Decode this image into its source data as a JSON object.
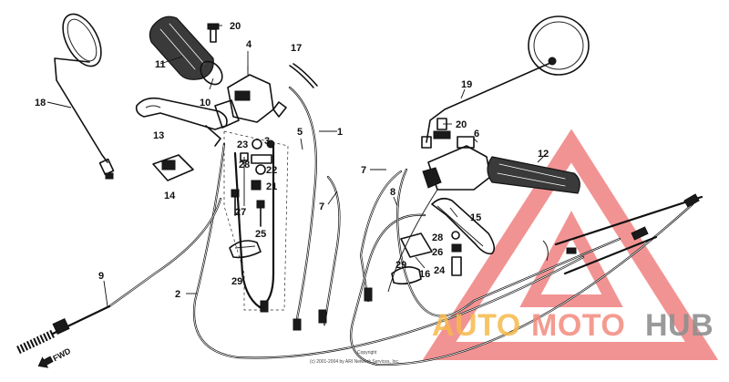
{
  "diagram": {
    "callouts": [
      {
        "id": "p20a",
        "label": "20"
      },
      {
        "id": "p17",
        "label": "17"
      },
      {
        "id": "p4",
        "label": "4"
      },
      {
        "id": "p11",
        "label": "11"
      },
      {
        "id": "p10",
        "label": "10"
      },
      {
        "id": "p18",
        "label": "18"
      },
      {
        "id": "p19",
        "label": "19"
      },
      {
        "id": "p20b",
        "label": "20"
      },
      {
        "id": "p1",
        "label": "1"
      },
      {
        "id": "p5",
        "label": "5"
      },
      {
        "id": "p3",
        "label": "3"
      },
      {
        "id": "p23",
        "label": "23"
      },
      {
        "id": "p13",
        "label": "13"
      },
      {
        "id": "p28a",
        "label": "28"
      },
      {
        "id": "p22",
        "label": "22"
      },
      {
        "id": "p21",
        "label": "21"
      },
      {
        "id": "p6",
        "label": "6"
      },
      {
        "id": "p12",
        "label": "12"
      },
      {
        "id": "p7a",
        "label": "7"
      },
      {
        "id": "p7b",
        "label": "7"
      },
      {
        "id": "p8",
        "label": "8"
      },
      {
        "id": "p14",
        "label": "14"
      },
      {
        "id": "p27",
        "label": "27"
      },
      {
        "id": "p25",
        "label": "25"
      },
      {
        "id": "p15",
        "label": "15"
      },
      {
        "id": "p28b",
        "label": "28"
      },
      {
        "id": "p26",
        "label": "26"
      },
      {
        "id": "p24",
        "label": "24"
      },
      {
        "id": "p29a",
        "label": "29"
      },
      {
        "id": "p29b",
        "label": "29"
      },
      {
        "id": "p16",
        "label": "16"
      },
      {
        "id": "p9",
        "label": "9"
      },
      {
        "id": "p2",
        "label": "2"
      }
    ],
    "fwd_label": "FWD"
  },
  "watermark": {
    "word1": "AUTO",
    "word2": "MOTO",
    "word3": "HUB",
    "color_auto": "#f6b94a",
    "color_moto": "#f28a7c",
    "color_hub": "#8f8f8f",
    "color_triangle": "#ee6f6f"
  },
  "copyright": {
    "line1": "Copyright",
    "line2": "(c) 2001-2004 by ARI Network Services, Inc."
  }
}
